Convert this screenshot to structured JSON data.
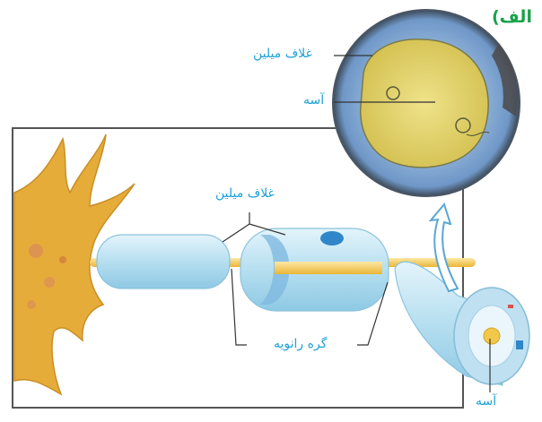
{
  "figure": {
    "panel_label": "الف)",
    "labels": {
      "myelin_top": "غلاف میلین",
      "axon_top": "آسه",
      "myelin_mid": "غلاف میلین",
      "node": "گره رانویه",
      "axon_bottom": "آسه"
    },
    "colors": {
      "label": "#1da1d6",
      "panel_label": "#19a24a",
      "axon": "#f2c84a",
      "myelin": "#a8d8ea",
      "neuron_body": "#e6ac3a"
    }
  }
}
